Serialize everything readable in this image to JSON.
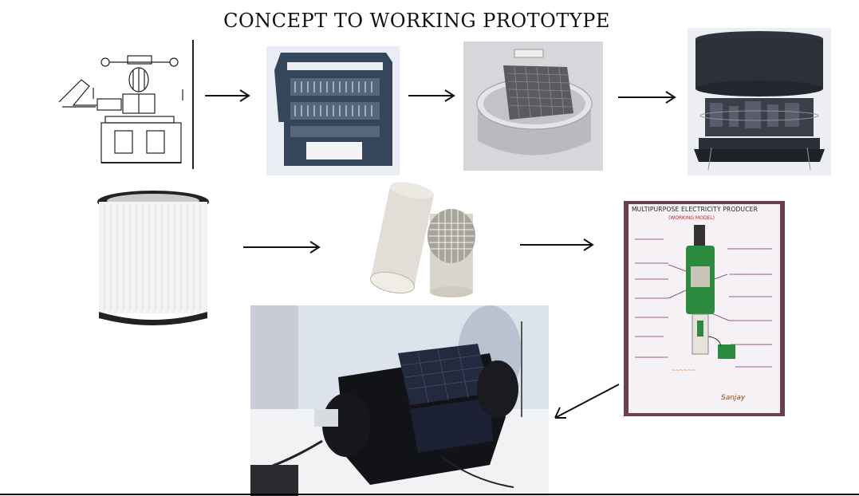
{
  "page": {
    "title": "CONCEPT TO WORKING PROTOTYPE"
  },
  "sketch_note": {
    "heading": "MULTIPURPOSE ELECTRICITY PRODUCER",
    "subheading": "(WORKING MODEL)",
    "signature": "Sanjay"
  },
  "colors": {
    "arrow": "#111111",
    "cad_blue": "#3a4a5e",
    "render_grey": "#c9c9cb",
    "filter_white": "#f2f2f2",
    "ceramic": "#e6e1da",
    "pcb_green": "#2b8a3e",
    "paper_pink": "#f4f0f3",
    "photo_bg": "#dce4ee"
  },
  "icons": [
    "right-arrow-icon",
    "down-left-arrow-icon"
  ]
}
